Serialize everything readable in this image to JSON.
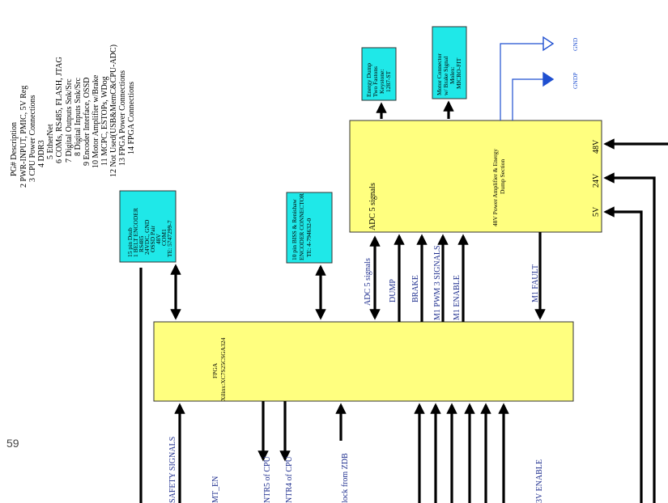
{
  "page_number": "59",
  "legend": {
    "lines": [
      "PG# Description",
      "2   PWR-INPUT, PMIC, 5V Reg",
      "3   CPU Power Connections",
      "4   DDR3",
      "5   EtherNet",
      "6   COMs, RS485, FLASH, JTAG",
      "7   Digital Outputs Snk/Src",
      "8   Digital Inputs Snk/Src",
      "9   Encoder Interface, OSSD",
      "10  Motor Amplifier w/Brake",
      "11  MCPC, ESTOPs, WDog",
      "12  Not Used(USB&MemC&CPU-ADC)",
      "13  FPGA Power Connections",
      "14  FPGA Connections"
    ]
  },
  "blocks": {
    "dsub": {
      "lines": [
        "15 pin Dsub",
        "1 BELT ENCODER",
        "RS485",
        "24VDC, GND",
        "OSSD Pair",
        "48V",
        "COM1",
        "TE: 5747299-7"
      ]
    },
    "biss": {
      "lines": [
        "10 pin BISS & Renishaw",
        "ENCODER CONNECTOR",
        "TE: 4-794632-0"
      ]
    },
    "energy_dump": {
      "lines": [
        "Energy Dump",
        "Two Fastons",
        "Keystone:",
        "1287-ST"
      ]
    },
    "motor_conn": {
      "lines": [
        "Motor Connector",
        "w/ Brake Signal",
        "Molex:",
        "MICRO-FIT"
      ]
    },
    "fpga": {
      "lines": [
        "FPGA",
        "Xilinx:XC7S25CSGA324"
      ]
    },
    "amp": {
      "lines": [
        "48V Power Amplifier & Energy",
        "Dump Section"
      ]
    }
  },
  "amp_labels": {
    "adc": "ADC 5 signals",
    "v48": "48V",
    "v24": "24V",
    "v5": "5V"
  },
  "ground_labels": {
    "gnd": "GND",
    "gndp": "GNDP"
  },
  "signals": {
    "adc": "ADC 5 signals",
    "dump": "DUMP",
    "brake": "BRAKE",
    "pwm": "M1 PWM 3 SIGNALS",
    "enable": "M1 ENABLE",
    "fault": "M1 FAULT",
    "safety": "SAFETY SIGNALS",
    "mt_en": "MT_EN",
    "ntr5": "NTR5 of CPU",
    "ntr4": "NTR4 of CPU",
    "clock": "lock from ZDB",
    "v_enable": "3V ENABLE"
  },
  "colors": {
    "block_yellow": "#ffff7f",
    "block_cyan": "#1fe8e8",
    "signal_text": "#1f2f8f",
    "ground_blue": "#1f4fd0"
  }
}
